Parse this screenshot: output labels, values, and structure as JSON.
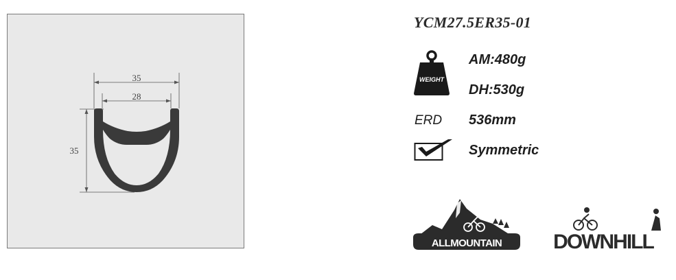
{
  "diagram": {
    "outer_width": "35",
    "inner_width": "28",
    "depth": "35"
  },
  "specs": {
    "model": "YCM27.5ER35-01",
    "weight_badge": "WEIGHT",
    "am_weight": "AM:480g",
    "dh_weight": "DH:530g",
    "erd_label": "ERD",
    "erd_value": "536mm",
    "profile": "Symmetric"
  },
  "logos": {
    "allmountain": "ALLMOUNTAIN",
    "downhill": "DOWNHILL"
  },
  "colors": {
    "rim": "#3a3a3a",
    "panel": "#e9e9e9",
    "text": "#1e1e1e"
  }
}
